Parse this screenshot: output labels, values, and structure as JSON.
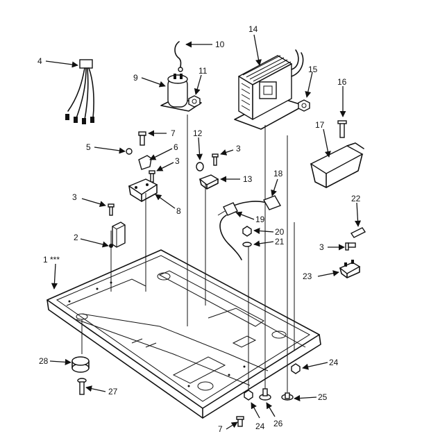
{
  "callouts": [
    {
      "id": "c1",
      "text": "1 ***"
    },
    {
      "id": "c2",
      "text": "2"
    },
    {
      "id": "c3a",
      "text": "3"
    },
    {
      "id": "c3b",
      "text": "3"
    },
    {
      "id": "c3c",
      "text": "3"
    },
    {
      "id": "c3d",
      "text": "3"
    },
    {
      "id": "c4",
      "text": "4"
    },
    {
      "id": "c5",
      "text": "5"
    },
    {
      "id": "c6",
      "text": "6"
    },
    {
      "id": "c7a",
      "text": "7"
    },
    {
      "id": "c7b",
      "text": "7"
    },
    {
      "id": "c8",
      "text": "8"
    },
    {
      "id": "c9",
      "text": "9"
    },
    {
      "id": "c10",
      "text": "10"
    },
    {
      "id": "c11",
      "text": "11"
    },
    {
      "id": "c12",
      "text": "12"
    },
    {
      "id": "c13",
      "text": "13"
    },
    {
      "id": "c14",
      "text": "14"
    },
    {
      "id": "c15",
      "text": "15"
    },
    {
      "id": "c16",
      "text": "16"
    },
    {
      "id": "c17",
      "text": "17"
    },
    {
      "id": "c18",
      "text": "18"
    },
    {
      "id": "c19",
      "text": "19"
    },
    {
      "id": "c20",
      "text": "20"
    },
    {
      "id": "c21",
      "text": "21"
    },
    {
      "id": "c22",
      "text": "22"
    },
    {
      "id": "c23",
      "text": "23"
    },
    {
      "id": "c24a",
      "text": "24"
    },
    {
      "id": "c24b",
      "text": "24"
    },
    {
      "id": "c25",
      "text": "25"
    },
    {
      "id": "c26",
      "text": "26"
    },
    {
      "id": "c27",
      "text": "27"
    },
    {
      "id": "c28",
      "text": "28"
    }
  ]
}
